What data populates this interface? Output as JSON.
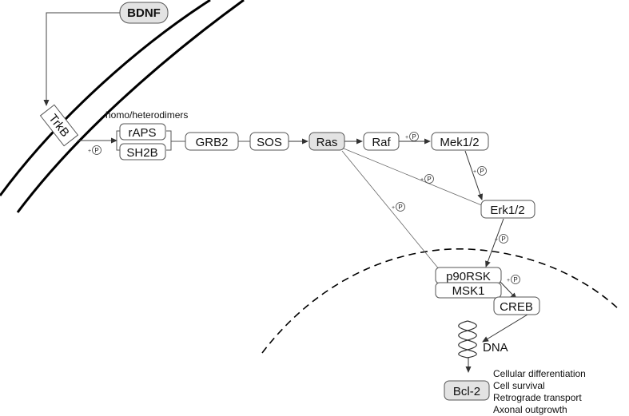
{
  "nodes": {
    "bdnf": "BDNF",
    "trkb": "TrkB",
    "raps": "rAPS",
    "sh2b": "SH2B",
    "grb2": "GRB2",
    "sos": "SOS",
    "ras": "Ras",
    "raf": "Raf",
    "mek": "Mek1/2",
    "erk": "Erk1/2",
    "p90rsk": "p90RSK",
    "msk1": "MSK1",
    "creb": "CREB",
    "dna": "DNA",
    "bcl2": "Bcl-2"
  },
  "labels": {
    "dimers": "homo/heterodimers",
    "phospho": "P",
    "plus": "+"
  },
  "outcomes": [
    "Cellular differentiation",
    "Cell survival",
    "Retrograde transport",
    "Axonal outgrowth"
  ],
  "colors": {
    "highlight_fill": "#e3e3e3",
    "box_stroke": "#555555",
    "arrow": "#333333"
  }
}
